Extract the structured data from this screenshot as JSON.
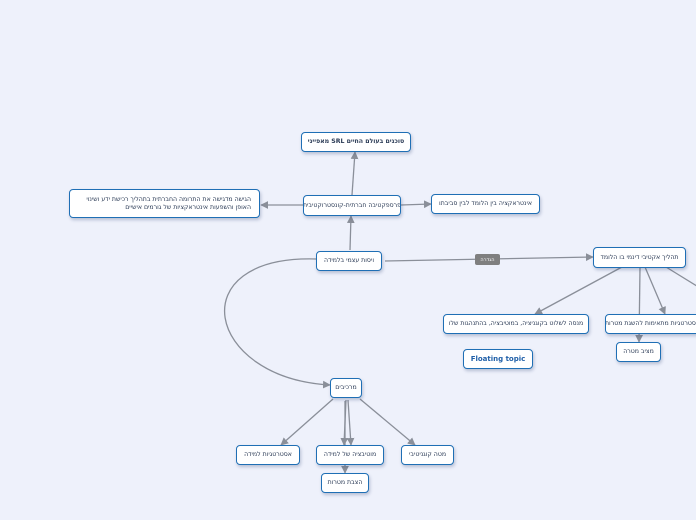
{
  "nodes": {
    "n_srl": "סוכנים בעולם החיים SRL מאפייני",
    "n_persp": "פרספקטיבה חברתית-קונסטרוקטיבית",
    "n_left_note": "הגישה מדגישה את התרומה החברתית בתהליך רכישת ידע ושינוי האופן והשפעות אינטראקציות של גורמים אישיים",
    "n_interact": "אינטראקציה בין הלומד לבין סביבתו",
    "n_root": "ויסות עצמי בלמידה",
    "n_process": "תהליך אקטיבי דינמי בו הלומד",
    "n_goal": "מנסה לשלוט בקוגניציה, במוטיבציה, בהתנהגות שלו",
    "n_strategies": "אסטרטגיות מתאימות להשגת מטרות",
    "n_set_goal": "מציב מטרה",
    "n_floating": "Floating topic",
    "n_components": "מרכיבים",
    "n_learning_strat": "אסטרטגיות למידה",
    "n_motivation": "מוטיבציה של למידה",
    "n_metacog": "מטה קוגניטיבי",
    "n_goal_setting": "הצבת מטרות"
  },
  "relationship_label": "הגדרה",
  "colors": {
    "background": "#eef1fb",
    "node_border": "#1f6fb5",
    "connector": "#8a8f99"
  }
}
